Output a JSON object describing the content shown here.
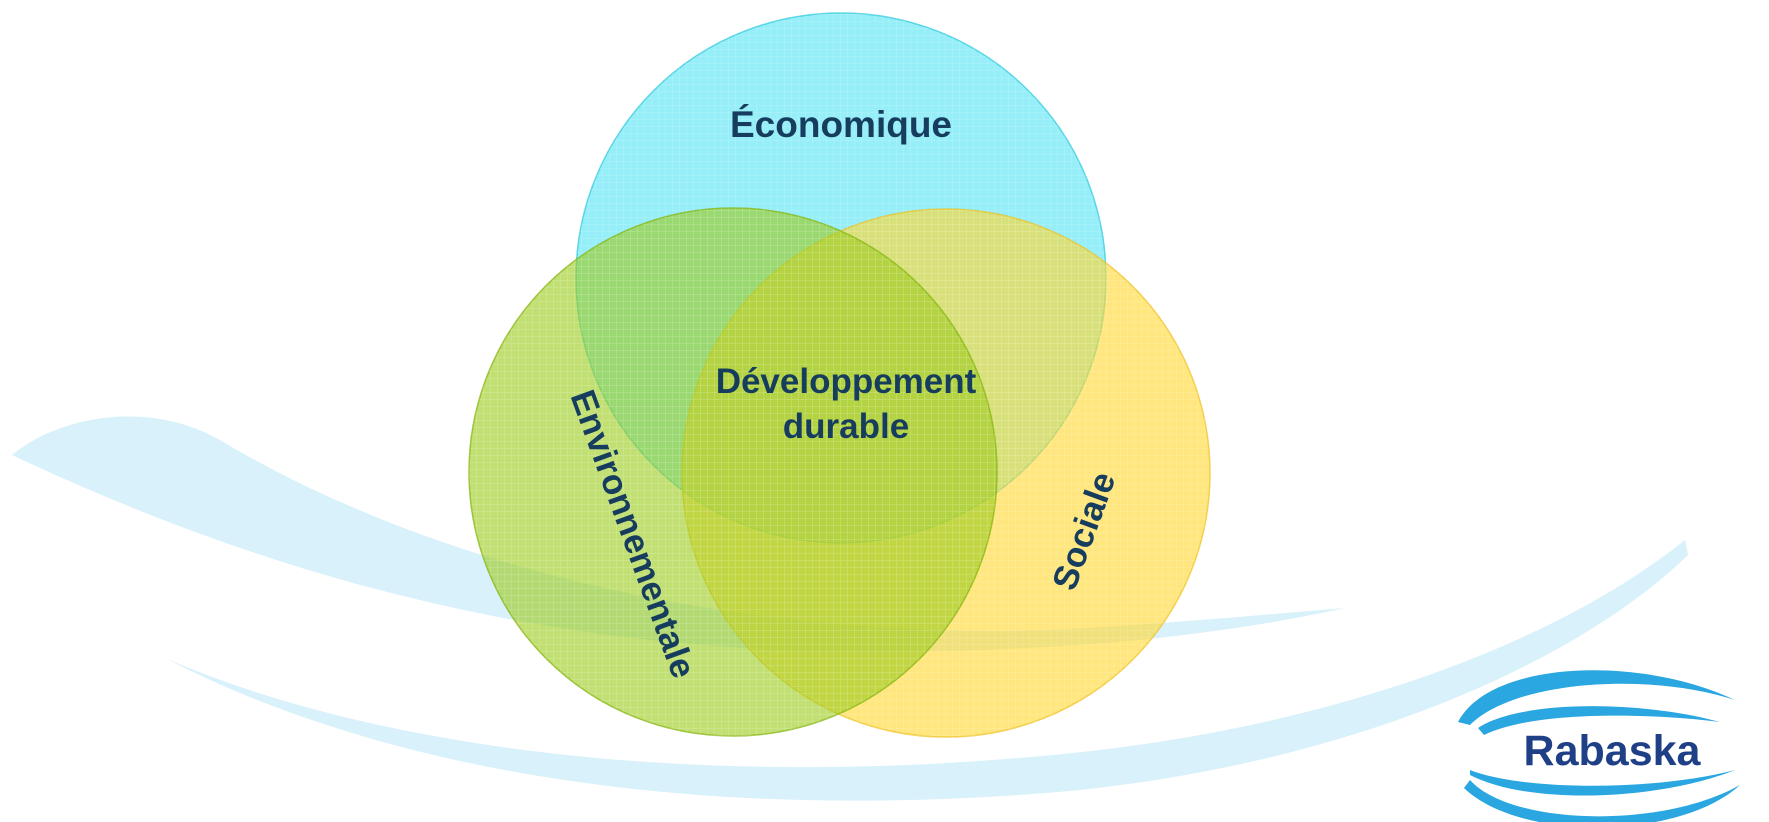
{
  "diagram": {
    "circles": [
      {
        "id": "economique",
        "label": "Économique",
        "color": "#3fe0f2"
      },
      {
        "id": "environnementale",
        "label": "Environnementale",
        "color": "#9ccc1e"
      },
      {
        "id": "sociale",
        "label": "Sociale",
        "color": "#ffd72e"
      }
    ],
    "center": {
      "line1": "Développement",
      "line2": "durable"
    },
    "label_color": "#173d5e"
  },
  "logo": {
    "text": "Rabaska",
    "text_color": "#1f3f86",
    "swoosh_color": "#2aa6e0"
  },
  "background": {
    "wave_color": "#d8f1fa"
  }
}
